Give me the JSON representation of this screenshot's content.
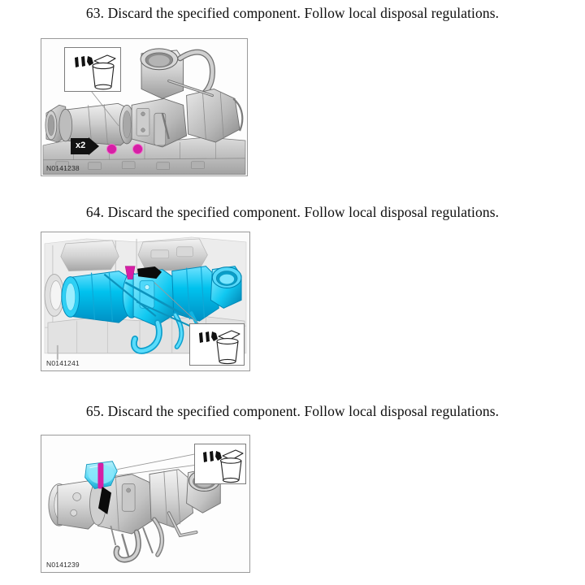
{
  "document": {
    "type": "service-manual-procedure",
    "page_background": "#ffffff"
  },
  "colors": {
    "highlight_cyan": "#00c2ee",
    "highlight_magenta": "#d61fa5",
    "callout_black": "#111111",
    "frame_gray": "#9a9a9a",
    "metal_light": "#e6e6e6",
    "metal_mid": "#c2c2c2",
    "metal_dark": "#8f8f8f"
  },
  "steps": [
    {
      "number": "63.",
      "text": "Discard the specified component. Follow local disposal regulations.",
      "figure": {
        "id": "N0141238",
        "inset_icon": "trash-can-discard-icon",
        "callout_label": "x2",
        "highlight_color": "#d61fa5",
        "highlight_count": 2
      }
    },
    {
      "number": "64.",
      "text": "Discard the specified component. Follow local disposal regulations.",
      "figure": {
        "id": "N0141241",
        "inset_icon": "trash-can-discard-icon",
        "callout_label": "",
        "highlight_color": "#00c2ee",
        "highlight_count": 1
      }
    },
    {
      "number": "65.",
      "text": "Discard the specified component. Follow local disposal regulations.",
      "figure": {
        "id": "N0141239",
        "inset_icon": "trash-can-discard-icon",
        "callout_label": "",
        "highlight_color": "#d61fa5",
        "highlight_count": 1
      }
    }
  ]
}
